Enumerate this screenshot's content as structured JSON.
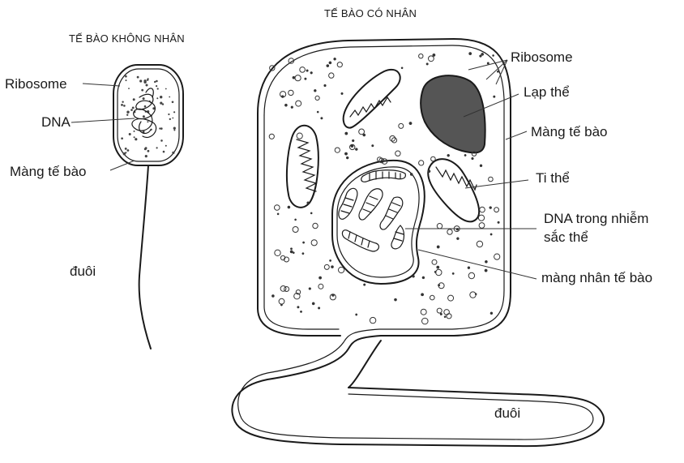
{
  "prokaryote": {
    "title": "TẾ BÀO KHÔNG NHÂN",
    "labels": {
      "ribosome": "Ribosome",
      "dna": "DNA",
      "membrane": "Màng tế bào",
      "tail": "đuôi"
    }
  },
  "eukaryote": {
    "title": "TẾ BÀO CÓ NHÂN",
    "labels": {
      "ribosome": "Ribosome",
      "plastid": "Lạp thể",
      "membrane": "Màng tế bào",
      "mitochondria": "Ti thể",
      "dna_line1": "DNA trong nhiễm",
      "dna_line2": "sắc thể",
      "nuclear_membrane": "màng nhân tế bào",
      "tail": "đuôi"
    }
  }
}
